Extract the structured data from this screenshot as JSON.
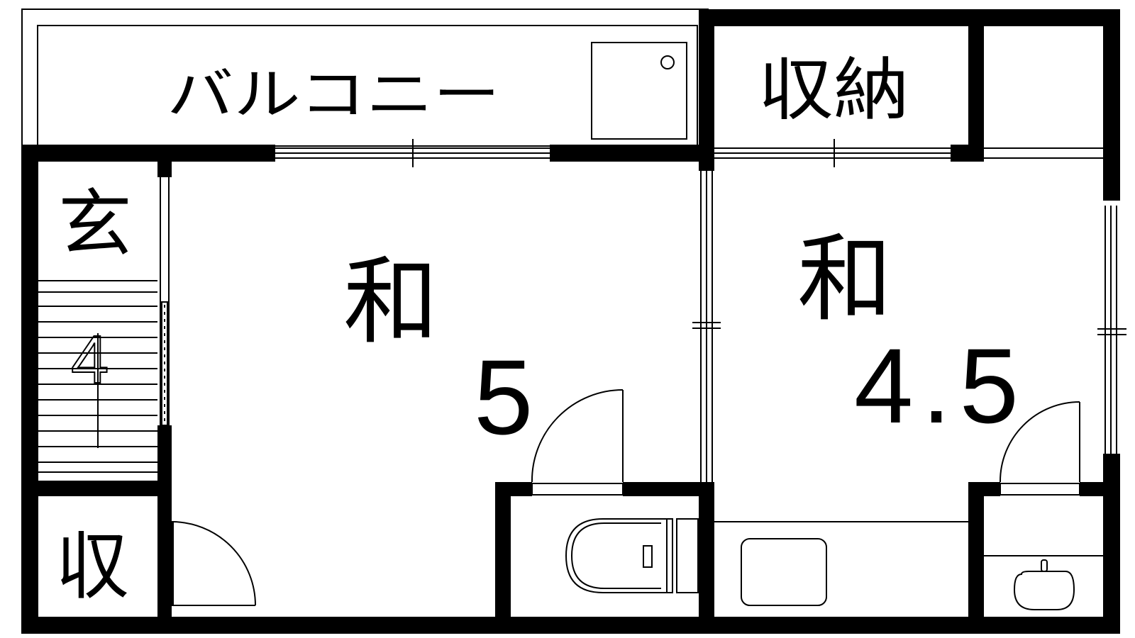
{
  "rooms": {
    "balcony": "バルコニー",
    "storage_top": "収納",
    "entrance": "玄",
    "storage_small": "収",
    "washitsu_left": {
      "kind": "和",
      "size": "5"
    },
    "washitsu_right": {
      "kind": "和",
      "size": "4.5"
    },
    "stair_mark": "4"
  },
  "colors": {
    "wall": "#000000",
    "background": "#ffffff"
  }
}
